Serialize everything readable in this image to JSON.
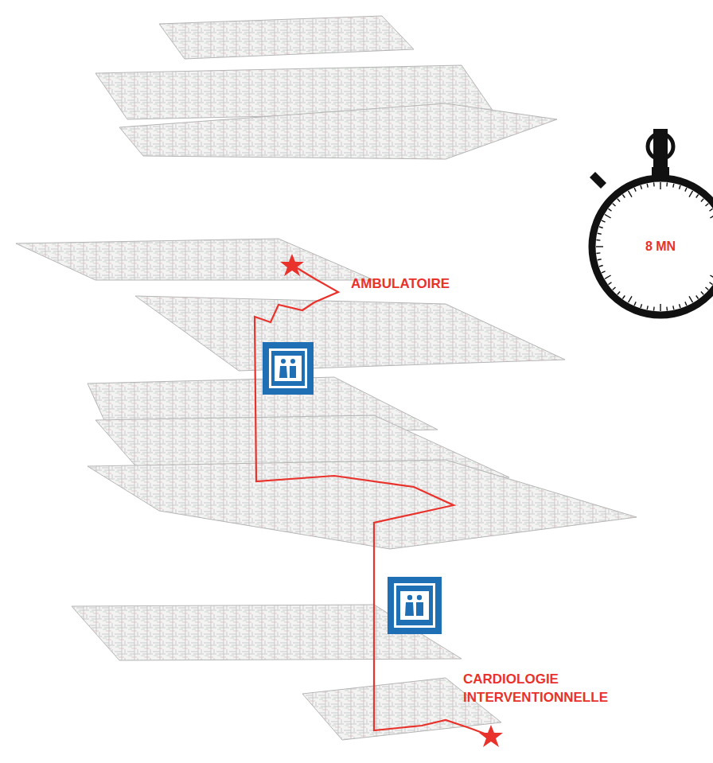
{
  "diagram": {
    "nodes": [
      {
        "text": [
          "8 MN"
        ]
      }
    ],
    "labels": [
      "AMBULATOIRE",
      "CARDIOLOGIE INTERVENTIONNELLE"
    ]
  }
}
